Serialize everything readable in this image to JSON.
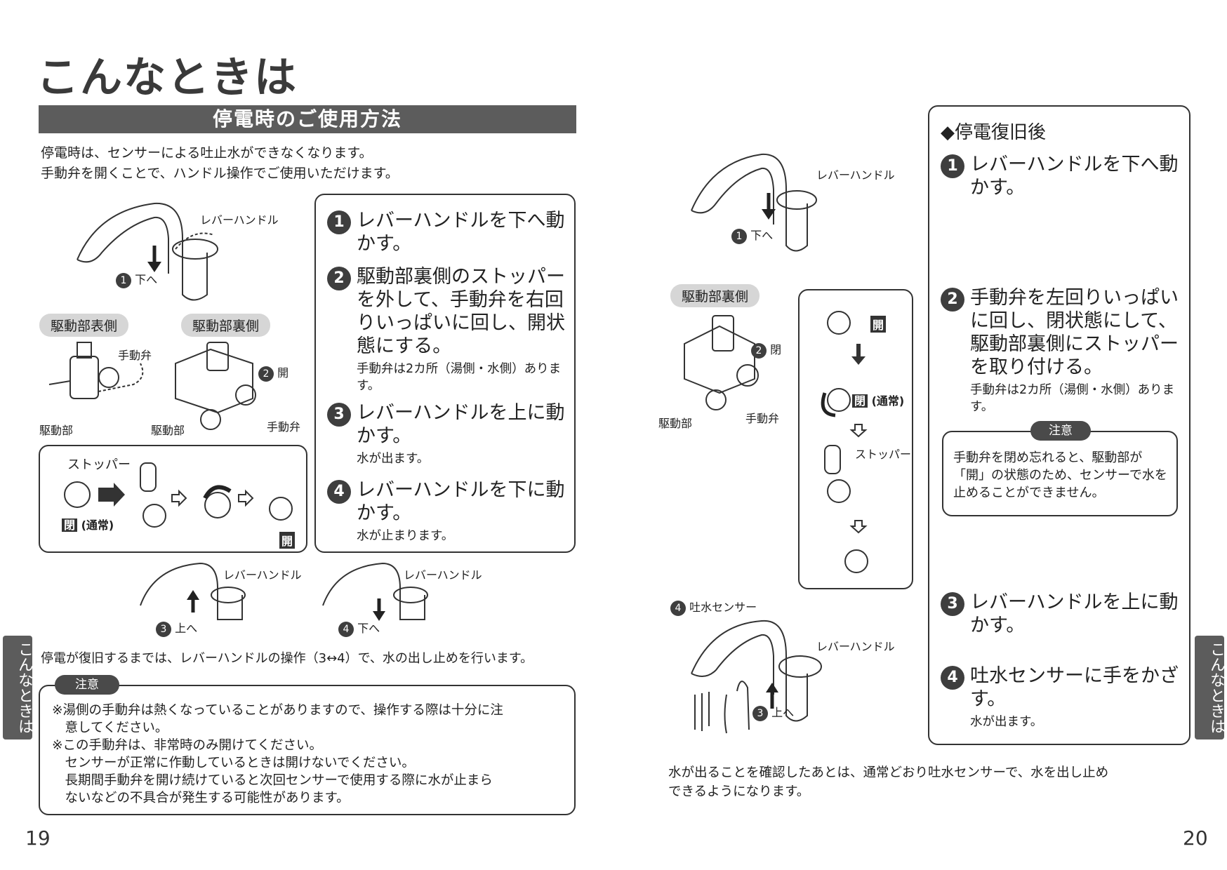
{
  "page_title": "こんなときは",
  "section_banner": "停電時のご使用方法",
  "intro": {
    "line1": "停電時は、センサーによる吐止水ができなくなります。",
    "line2": "手動弁を開くことで、ハンドル操作でご使用いただけます。"
  },
  "left_steps": [
    {
      "num": "1",
      "text": "レバーハンドルを下へ動かす。",
      "note": ""
    },
    {
      "num": "2",
      "text": "駆動部裏側のストッパーを外して、手動弁を右回りいっぱいに回し、開状態にする。",
      "note": "手動弁は2カ所（湯側・水側）あります。"
    },
    {
      "num": "3",
      "text": "レバーハンドルを上に動かす。",
      "note": "水が出ます。"
    },
    {
      "num": "4",
      "text": "レバーハンドルを下に動かす。",
      "note": "水が止まります。"
    }
  ],
  "left_labels": {
    "lever_handle": "レバーハンドル",
    "down": "下へ",
    "up": "上へ",
    "front_side": "駆動部表側",
    "back_side": "駆動部裏側",
    "manual_valve": "手動弁",
    "drive_unit": "駆動部",
    "open": "開",
    "closed": "閉",
    "normal": "(通常)",
    "stopper": "ストッパー"
  },
  "left_footer": "停電が復旧するまでは、レバーハンドルの操作（3↔4）で、水の出し止めを行います。",
  "left_caution": {
    "tab": "注意",
    "lines": [
      "※湯側の手動弁は熱くなっていることがありますので、操作する際は十分に注",
      "　意してください。",
      "※この手動弁は、非常時のみ開けてください。",
      "　センサーが正常に作動しているときは開けないでください。",
      "　長期間手動弁を開け続けていると次回センサーで使用する際に水が止まら",
      "　ないなどの不具合が発生する可能性があります。"
    ]
  },
  "right_box": {
    "heading": "◆停電復旧後",
    "steps": [
      {
        "num": "1",
        "text": "レバーハンドルを下へ動かす。",
        "note": ""
      },
      {
        "num": "2",
        "text": "手動弁を左回りいっぱいに回し、閉状態にして、駆動部裏側にストッパーを取り付ける。",
        "note": "手動弁は2カ所（湯側・水側）あります。"
      },
      {
        "num": "3",
        "text": "レバーハンドルを上に動かす。",
        "note": ""
      },
      {
        "num": "4",
        "text": "吐水センサーに手をかざす。",
        "note": "水が出ます。"
      }
    ],
    "caution_tab": "注意",
    "caution_text": "手動弁を閉め忘れると、駆動部が「開」の状態のため、センサーで水を止めることができません。"
  },
  "right_labels": {
    "lever_handle": "レバーハンドル",
    "down": "下へ",
    "up": "上へ",
    "back_side": "駆動部裏側",
    "drive_unit": "駆動部",
    "manual_valve": "手動弁",
    "closed": "閉",
    "open": "開",
    "normal": "(通常)",
    "stopper": "ストッパー",
    "sensor": "吐水センサー"
  },
  "right_footer": {
    "line1": "水が出ることを確認したあとは、通常どおり吐水センサーで、水を出し止め",
    "line2": "できるようになります。"
  },
  "side_tab": "こんなときは",
  "page_left": "19",
  "page_right": "20"
}
